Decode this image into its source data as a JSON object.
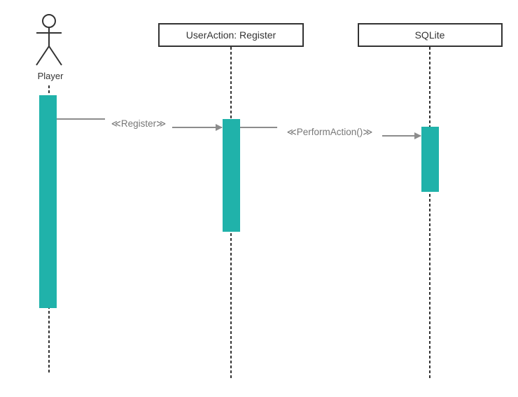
{
  "diagram": {
    "type": "uml-sequence",
    "actor": {
      "label": "Player"
    },
    "participants": [
      {
        "label": "UserAction: Register"
      },
      {
        "label": "SQLite"
      }
    ],
    "messages": [
      {
        "label": "≪Register≫",
        "from": "Player",
        "to": "UserAction: Register"
      },
      {
        "label": "≪PerformAction()≫",
        "from": "UserAction: Register",
        "to": "SQLite"
      }
    ],
    "colors": {
      "activation": "#20b2aa",
      "arrow": "#8c8c8c",
      "lifeline": "#333333",
      "box_border": "#333333"
    }
  }
}
